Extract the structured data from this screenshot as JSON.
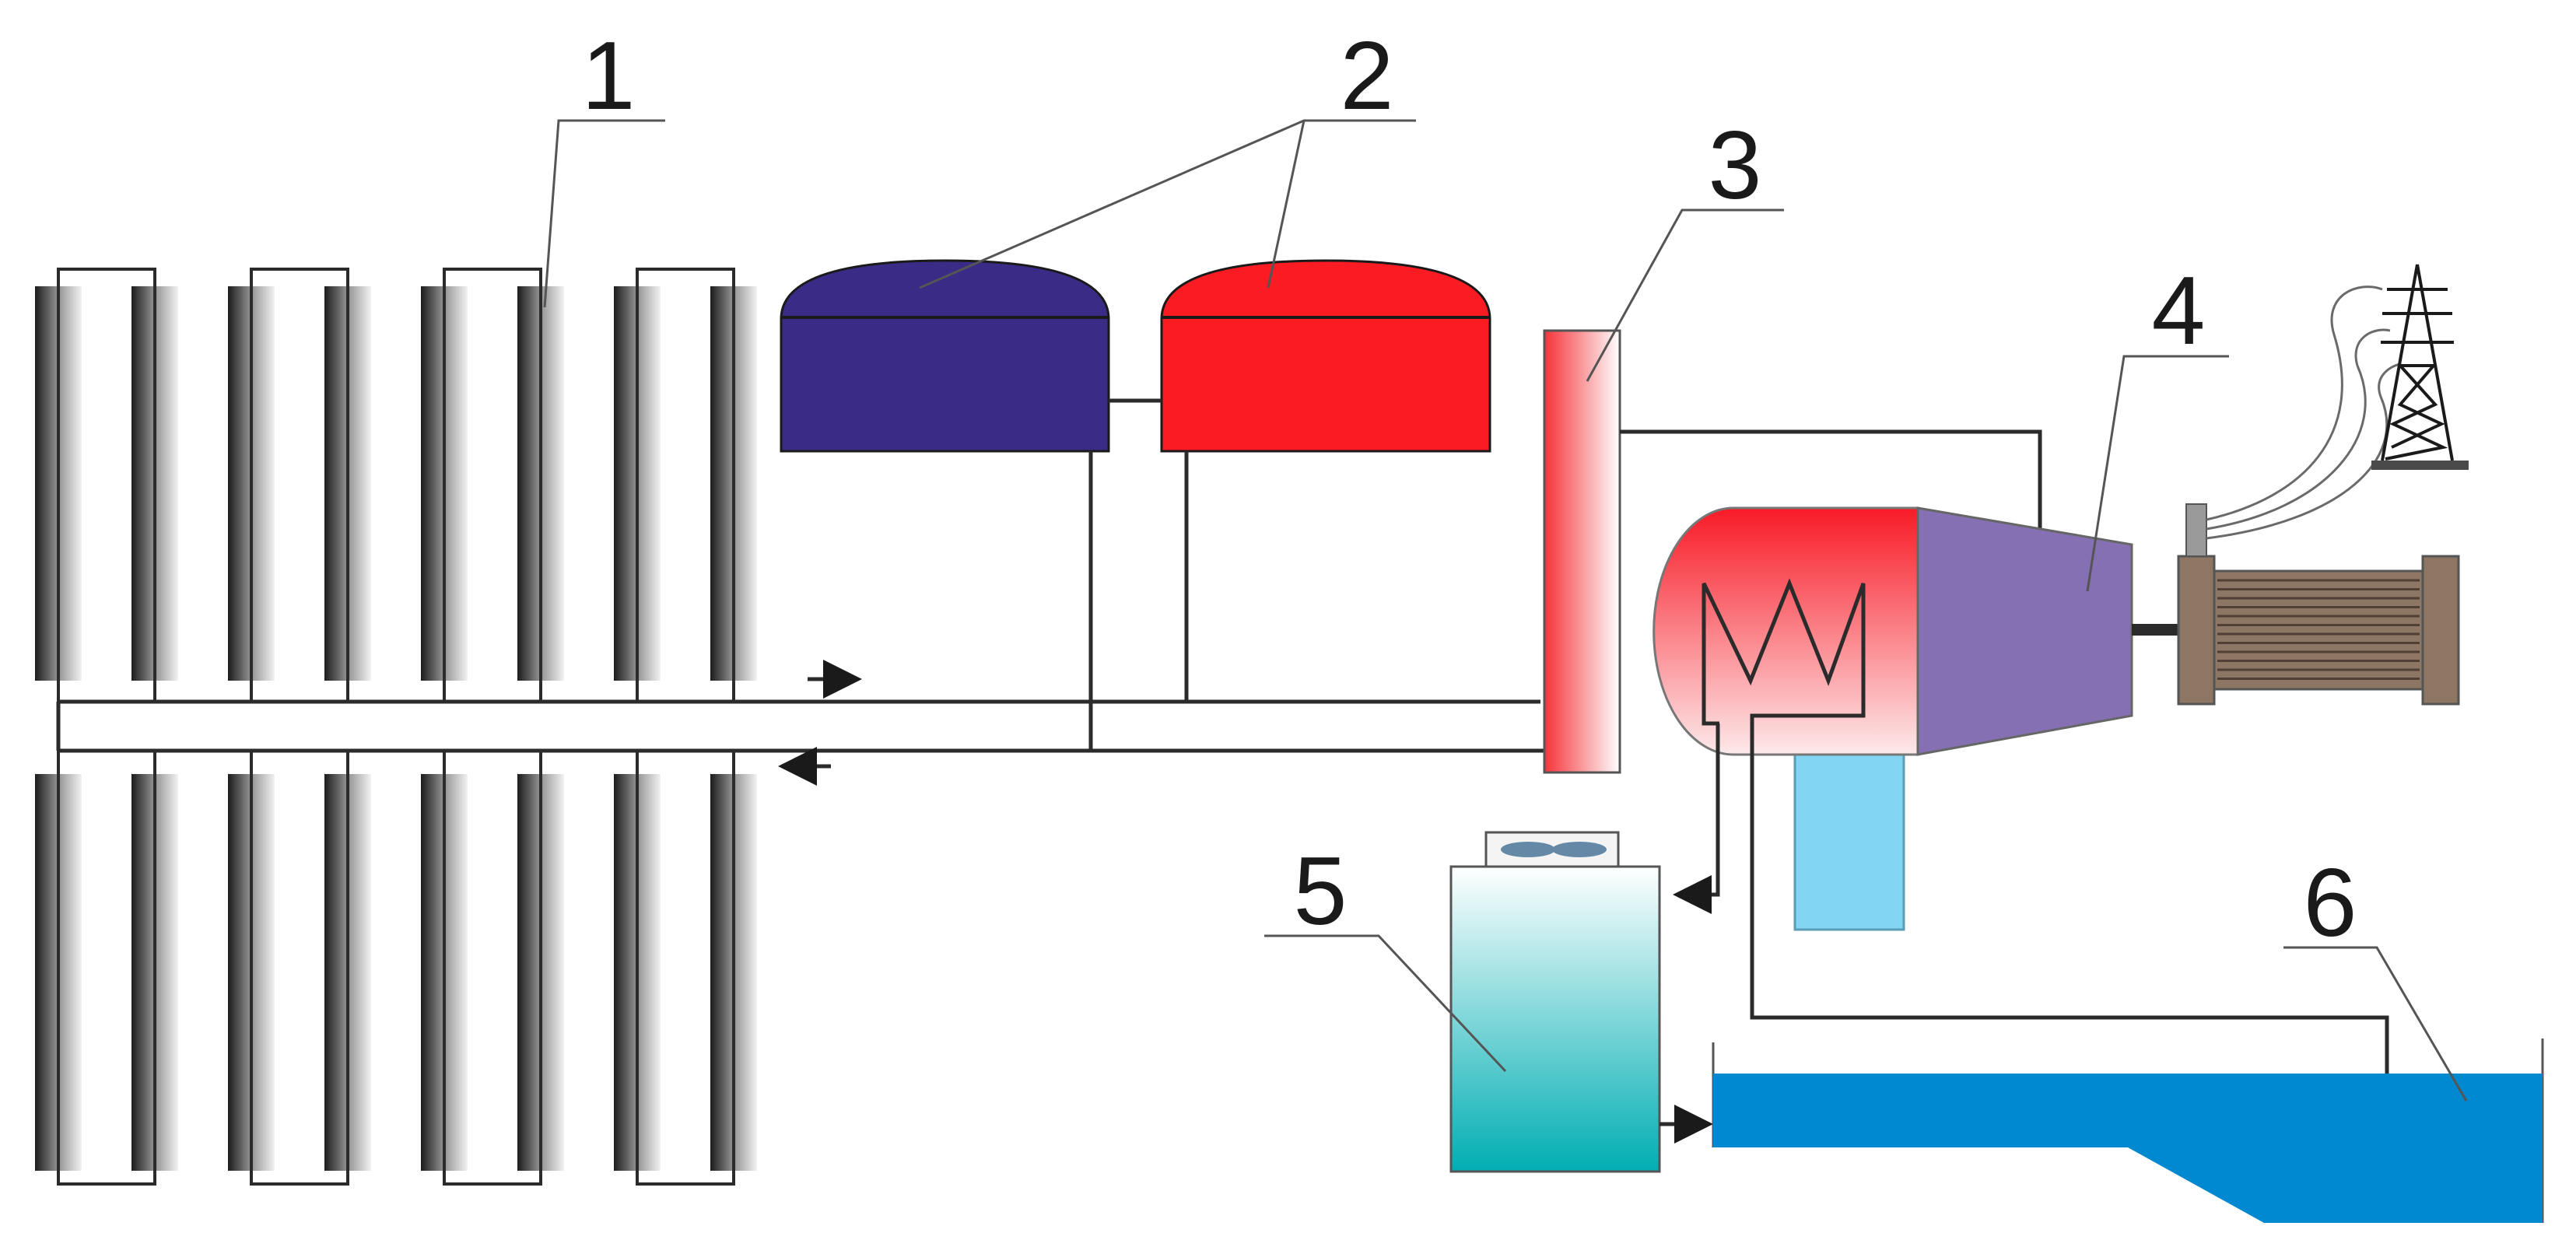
{
  "labels": {
    "solar_field": "1",
    "storage_tanks": "2",
    "heat_exchanger": "3",
    "turbine_generator": "4",
    "cooling_tower": "5",
    "water_reservoir": "6"
  },
  "icons": {
    "collector": "parabolic-trough-collector-icon",
    "cold_tank": "cold-storage-tank-icon",
    "hot_tank": "hot-storage-tank-icon",
    "exchanger": "heat-exchanger-icon",
    "boiler": "boiler-coil-icon",
    "turbine": "turbine-icon",
    "generator": "generator-icon",
    "pylon": "transmission-tower-icon",
    "tower": "cooling-tower-icon",
    "reservoir": "water-reservoir-icon"
  },
  "colors": {
    "cold_tank": "#3a2b86",
    "hot_tank": "#fa1b23",
    "turbine": "#8470b2",
    "condenser": "#82d6f4",
    "water": "#0088d1",
    "generator": "#8d7664",
    "cooling_top": "#ffffff",
    "cooling_bottom": "#00aeb3"
  }
}
